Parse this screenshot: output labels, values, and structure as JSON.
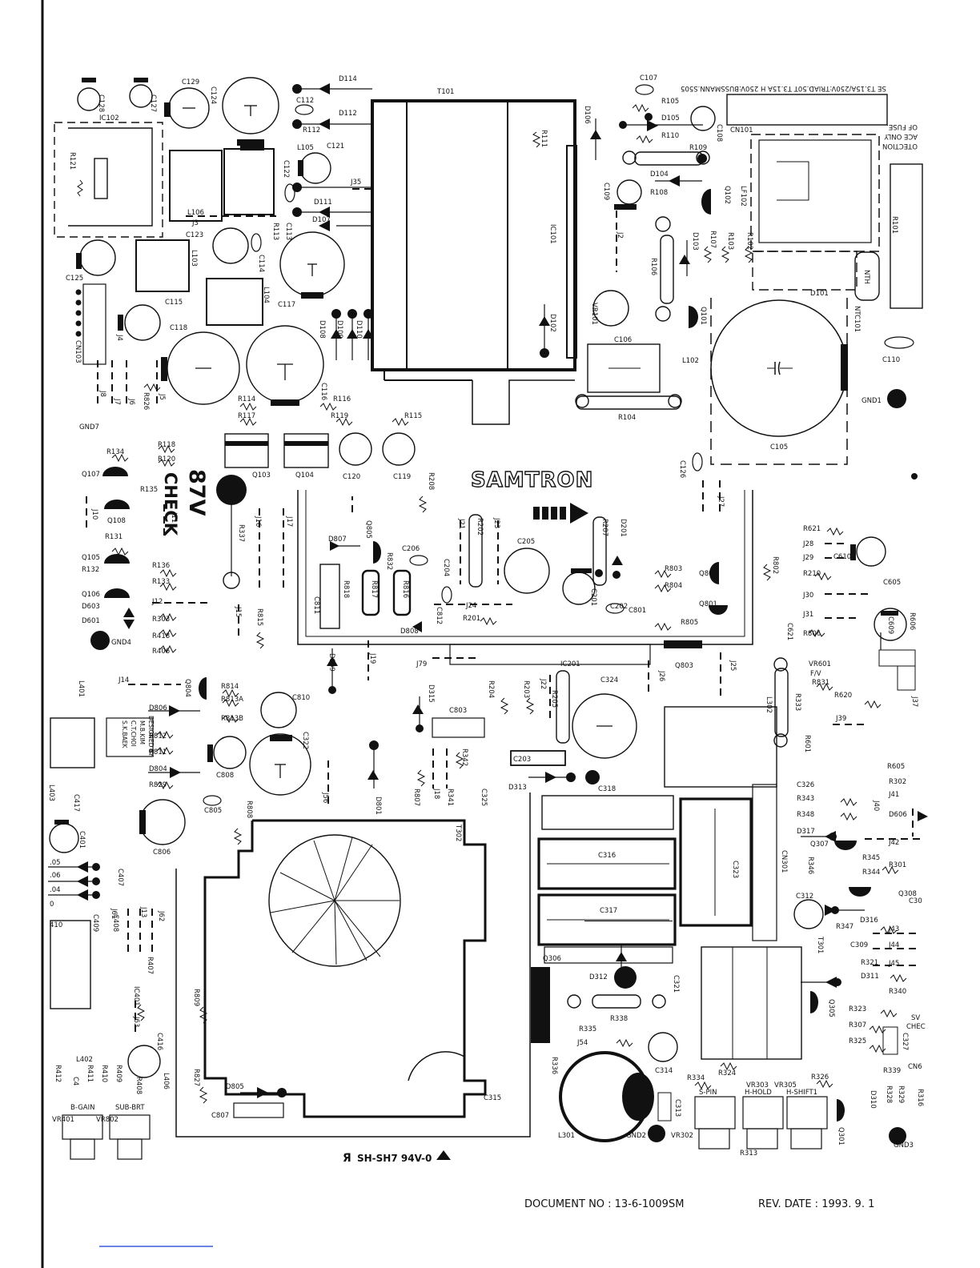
{
  "board": {
    "title_brand": "SAMTRON",
    "check_value": "87V",
    "check_word": "CHECK",
    "designer_block": [
      "DESIGNED BY",
      "M.B.KIM",
      "C.T.CHOI",
      "S.K.BAEK"
    ],
    "fuse_note_mirrored": "SE T3.15A/250V:TRIAD.50T T3.15A H 250V:BUSSMANN.S505",
    "fuse_protection_mirrored": [
      "OTECTION",
      "ACE ONLY",
      "OF FUSE."
    ],
    "pcb_marking": "SH-SH7 94V-0",
    "document_no": "DOCUMENT NO : 13-6-1009SM",
    "rev_date": "REV. DATE : 1993. 9. 1",
    "labels": {
      "T101": "T101",
      "D114": "D114",
      "C107": "C107",
      "C129": "C129",
      "C124": "C124",
      "C128": "C128",
      "C127": "C127",
      "IC102": "IC102",
      "C112": "C112",
      "D112": "D112",
      "R112": "R112",
      "R105": "R105",
      "D106": "D106",
      "D105": "D105",
      "C108": "C108",
      "CN101": "CN101",
      "R121": "R121",
      "L105": "L105",
      "C121": "C121",
      "R111": "R111",
      "R110": "R110",
      "R109": "R109",
      "C122": "C122",
      "J35": "J35",
      "D104": "D104",
      "R108": "R108",
      "C109": "C109",
      "Q102": "Q102",
      "LF102": "LF102",
      "R101": "R101",
      "L106": "L106",
      "J3": "J3",
      "D111": "D111",
      "D107": "D107",
      "IC101": "IC101",
      "C123": "C123",
      "R113": "R113",
      "C113": "C113",
      "J2": "J2",
      "D103": "D103",
      "R107": "R107",
      "R103": "R103",
      "R102": "R102",
      "L103": "L103",
      "C114": "C114",
      "R106": "R106",
      "NTH": "NTH",
      "C125": "C125",
      "L104": "L104",
      "D101": "D101",
      "C115": "C115",
      "C117": "C117",
      "VR101": "VR101",
      "Q101": "Q101",
      "NTC101": "NTC101",
      "C118": "C118",
      "D108": "D108",
      "D109": "D109",
      "D110": "D110",
      "D102": "D102",
      "CN103": "CN103",
      "J4": "J4",
      "C106": "C106",
      "L102": "L102",
      "C110": "C110",
      "C116": "C116",
      "J8": "J8",
      "J7": "J7",
      "J6": "J6",
      "R826": "R826",
      "J5": "J5",
      "R114": "R114",
      "R116": "R116",
      "R104": "R104",
      "GND1": "GND1",
      "GND7": "GND7",
      "R117": "R117",
      "R119": "R119",
      "R115": "R115",
      "C105": "C105",
      "R118": "R118",
      "R134": "R134",
      "R120": "R120",
      "Q103": "Q103",
      "Q104": "Q104",
      "C120": "C120",
      "C119": "C119",
      "C126": "C126",
      "Q107": "Q107",
      "R135": "R135",
      "R208": "R208",
      "J27": "J27",
      "J10": "J10",
      "Q108": "Q108",
      "J11": "J11",
      "R337": "R337",
      "J16": "J16",
      "J17": "J17",
      "Q805": "Q805",
      "J21": "J21",
      "R202": "R202",
      "J23": "J23",
      "R207": "R207",
      "D201": "D201",
      "R621": "R621",
      "R131": "R131",
      "D807": "D807",
      "C206": "C206",
      "C205": "C205",
      "R832": "R832",
      "R802": "R802",
      "J28": "J28",
      "J29": "J29",
      "C610": "C610",
      "Q105": "Q105",
      "R132": "R132",
      "R136": "R136",
      "C204": "C204",
      "R803": "R803",
      "Q802": "Q802",
      "R210": "R210",
      "R133": "R133",
      "R818": "R818",
      "R817": "R817",
      "R816": "R816",
      "J24": "J24",
      "C201": "C201",
      "R804": "R804",
      "Q801": "Q801",
      "C605": "C605",
      "J30": "J30",
      "Q106": "Q106",
      "D603": "D603",
      "J12": "J12",
      "C811": "C811",
      "C812": "C812",
      "C202": "C202",
      "C801": "C801",
      "R606": "R606",
      "D601": "D601",
      "R303": "R303",
      "J15": "J15",
      "R201": "R201",
      "R805": "R805",
      "J31": "J31",
      "C621": "C621",
      "C609": "C609",
      "R815": "R815",
      "D808": "D808",
      "R806": "R806",
      "GND4": "GND4",
      "R418": "R418",
      "R406": "R406",
      "D809": "D809",
      "J19": "J19",
      "J79": "J79",
      "Q803": "Q803",
      "J25": "J25",
      "VR601": "VR601",
      "FV": "F/V",
      "IC201": "IC201",
      "J26": "J26",
      "R831": "R831",
      "L401": "L401",
      "J14": "J14",
      "Q804": "Q804",
      "R814": "R814",
      "C810": "C810",
      "D315": "D315",
      "R204": "R204",
      "R203": "R203",
      "J22": "J22",
      "C324": "C324",
      "R333": "R333",
      "R620": "R620",
      "J37": "J37",
      "R813A": "R813A",
      "D806": "D806",
      "R813B": "R813B",
      "C803": "C803",
      "R205": "R205",
      "L302": "L302",
      "J39": "J39",
      "R812": "R812",
      "C322": "C322",
      "R601": "R601",
      "R811": "R811",
      "R342": "R342",
      "C203": "C203",
      "D804": "D804",
      "C808": "C808",
      "J18": "J18",
      "R341": "R341",
      "R807": "R807",
      "C325": "C325",
      "D313": "D313",
      "R605": "R605",
      "R829": "R829",
      "D801": "D801",
      "J56": "J56",
      "C326": "C326",
      "R302": "R302",
      "L403": "L403",
      "C417": "C417",
      "R808": "R808",
      "C805": "C805",
      "C318": "C318",
      "R343": "R343",
      "J41": "J41",
      "T302": "T302",
      "R348": "R348",
      "J40": "J40",
      "D606": "D606",
      "C401": "C401",
      "C806": "C806",
      "D317": "D317",
      "CN301": "CN301",
      "C316": "C316",
      "C323": "C323",
      "Q307": "Q307",
      "J42": "J42",
      "R346": "R346",
      "R345": "R345",
      "R301": "R301",
      "C407": "C407",
      "R344": "R344",
      "Q308": "Q308",
      "C312": "C312",
      "C317": "C317",
      "C30x": "C30",
      "J61": "J61",
      "J13": "J13",
      "J62": "J62",
      "C409": "C409",
      "C408": "C408",
      "R347": "R347",
      "D316": "D316",
      "J43": "J43",
      "T301": "T301",
      "C309": "C309",
      "J44": "J44",
      "Q306": "Q306",
      "R407": "R407",
      "IC401": "IC401",
      "R321": "R321",
      "J45": "J45",
      "D312": "D312",
      "C321": "C321",
      "D311": "D311",
      "R809": "R809",
      "R340": "R340",
      "J63": "J63",
      "Q305": "Q305",
      "R323": "R323",
      "R338": "R338",
      "R307": "R307",
      "SV": "SV",
      "CHEC": "CHEC",
      "R335": "R335",
      "C416": "C416",
      "J54": "J54",
      "R325": "R325",
      "C327": "C327",
      "L402": "L402",
      "C314": "C314",
      "R324": "R324",
      "CN6x": "CN6",
      "R412": "R412",
      "R411": "R411",
      "R410": "R410",
      "R409": "R409",
      "R408": "R408",
      "L406": "L406",
      "R827": "R827",
      "R336": "R336",
      "R334": "R334",
      "R339": "R339",
      "R326": "R326",
      "C4x": "C4",
      "D805": "D805",
      "VR303": "VR303",
      "VR305": "VR305",
      "R328": "R328",
      "R329": "R329",
      "R316": "R316",
      "SPIN": "S-PIN",
      "HHOLD": "H-HOLD",
      "HSHIFT": "H-SHIFT1",
      "D310": "D310",
      "C315": "C315",
      "C313": "C313",
      "BGAIN": "B-GAIN",
      "SUBBRT": "SUB-BRT",
      "C807": "C807",
      "L301": "L301",
      "GND2": "GND2",
      "VR302": "VR302",
      "R313": "R313",
      "Q301": "Q301",
      "GND3": "GND3",
      "VR401": "VR401",
      "VR802": "VR802",
      "n05": ".05",
      "n06": ".06",
      "n04": ".04",
      "n0": "0",
      "n410": "410"
    }
  }
}
